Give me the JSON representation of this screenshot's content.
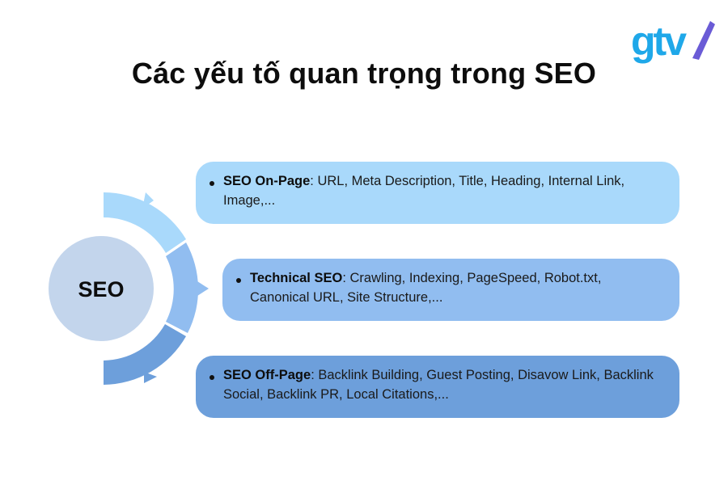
{
  "title": "Các yếu tố quan trọng trong SEO",
  "logo": {
    "text": "gtv",
    "icon": "gtv-logo",
    "colors": {
      "primary": "#1fa8e9",
      "accent": "#6a5bd6"
    }
  },
  "hub": {
    "label": "SEO",
    "color": "#c3d5ec"
  },
  "segments": [
    {
      "name": "seo-on-page",
      "color": "#a9d9fb"
    },
    {
      "name": "technical-seo",
      "color": "#91bdf0"
    },
    {
      "name": "seo-off-page",
      "color": "#6d9fdb"
    }
  ],
  "items": [
    {
      "heading": "SEO On-Page",
      "text": ": URL, Meta Description, Title, Heading, Internal Link, Image,...",
      "color": "#a9d9fb"
    },
    {
      "heading": "Technical SEO",
      "text": ": Crawling, Indexing, PageSpeed, Robot.txt, Canonical URL, Site Structure,...",
      "color": "#91bdf0"
    },
    {
      "heading": "SEO Off-Page",
      "text": ": Backlink Building, Guest Posting, Disavow Link, Backlink Social, Backlink PR, Local Citations,...",
      "color": "#6d9fdb"
    }
  ]
}
